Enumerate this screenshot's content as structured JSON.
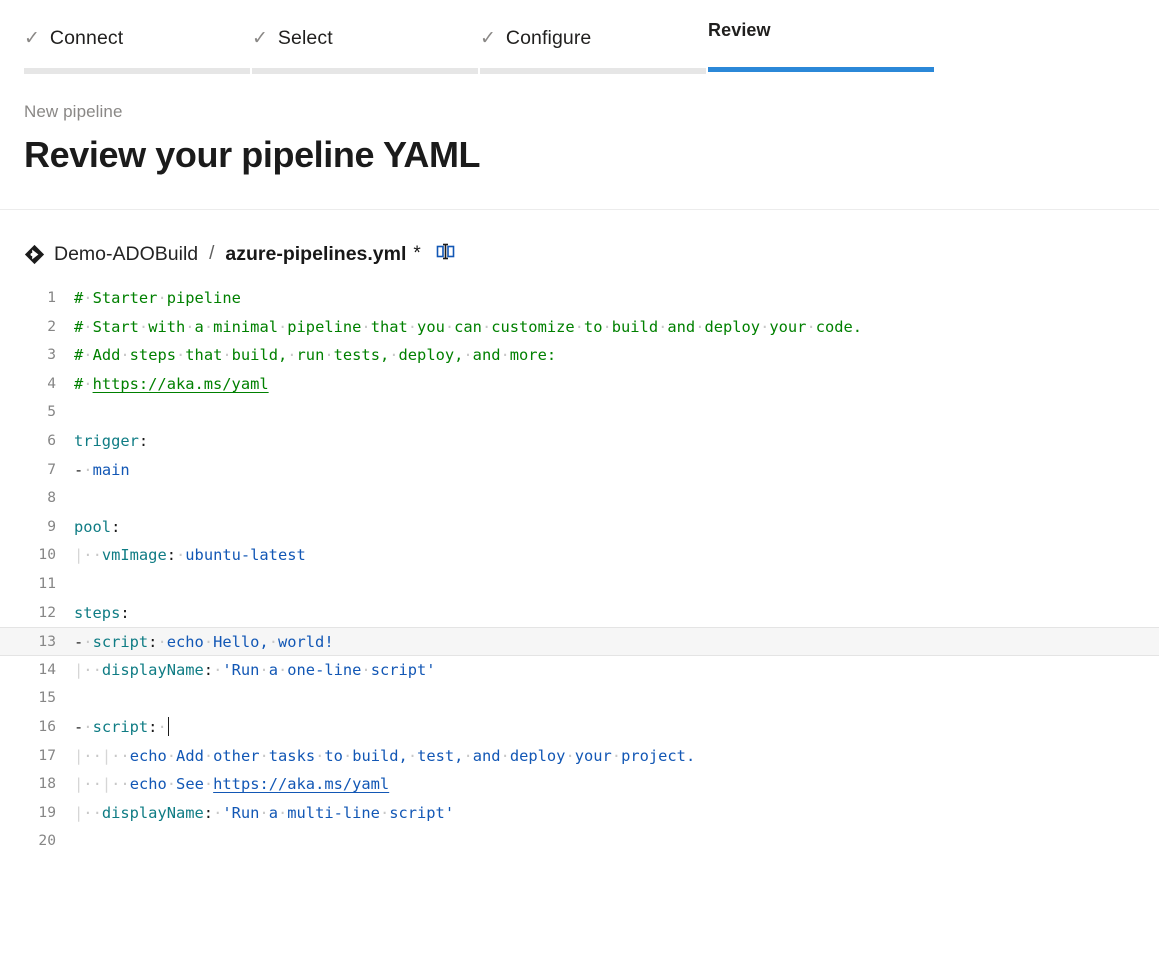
{
  "wizard": {
    "check_glyph": "✓",
    "steps": [
      {
        "label": "Connect",
        "state": "complete"
      },
      {
        "label": "Select",
        "state": "complete"
      },
      {
        "label": "Configure",
        "state": "complete"
      },
      {
        "label": "Review",
        "state": "active"
      }
    ],
    "active_accent": "#2b88d8",
    "complete_bar_color": "#e6e6e6"
  },
  "header": {
    "eyebrow": "New pipeline",
    "title": "Review your pipeline YAML"
  },
  "filebar": {
    "repo_icon": "azure-repos-icon",
    "repo_name": "Demo-ADOBuild",
    "separator": "/",
    "file_name": "azure-pipelines.yml",
    "dirty_marker": "*",
    "compare_icon": "compare-split-icon"
  },
  "editor": {
    "language": "yaml",
    "total_lines": 20,
    "current_line": 13,
    "cursor_line": 16,
    "colors": {
      "comment": "#008000",
      "key": "#0f7c84",
      "value": "#1257b5",
      "line_number": "#868686",
      "current_line_bg": "#f6f6f6",
      "indent_guide": "#d6d6d6",
      "whitespace_dot": "#c8c8c8"
    },
    "lines": [
      {
        "n": 1,
        "text": "# Starter pipeline"
      },
      {
        "n": 2,
        "text": "# Start with a minimal pipeline that you can customize to build and deploy your code."
      },
      {
        "n": 3,
        "text": "# Add steps that build, run tests, deploy, and more:"
      },
      {
        "n": 4,
        "text": "# https://aka.ms/yaml"
      },
      {
        "n": 5,
        "text": ""
      },
      {
        "n": 6,
        "text": "trigger:"
      },
      {
        "n": 7,
        "text": "- main"
      },
      {
        "n": 8,
        "text": ""
      },
      {
        "n": 9,
        "text": "pool:"
      },
      {
        "n": 10,
        "text": "  vmImage: ubuntu-latest"
      },
      {
        "n": 11,
        "text": ""
      },
      {
        "n": 12,
        "text": "steps:"
      },
      {
        "n": 13,
        "text": "- script: echo Hello, world!"
      },
      {
        "n": 14,
        "text": "  displayName: 'Run a one-line script'"
      },
      {
        "n": 15,
        "text": ""
      },
      {
        "n": 16,
        "text": "- script: |"
      },
      {
        "n": 17,
        "text": "    echo Add other tasks to build, test, and deploy your project."
      },
      {
        "n": 18,
        "text": "    echo See https://aka.ms/yaml"
      },
      {
        "n": 19,
        "text": "  displayName: 'Run a multi-line script'"
      },
      {
        "n": 20,
        "text": ""
      }
    ]
  }
}
